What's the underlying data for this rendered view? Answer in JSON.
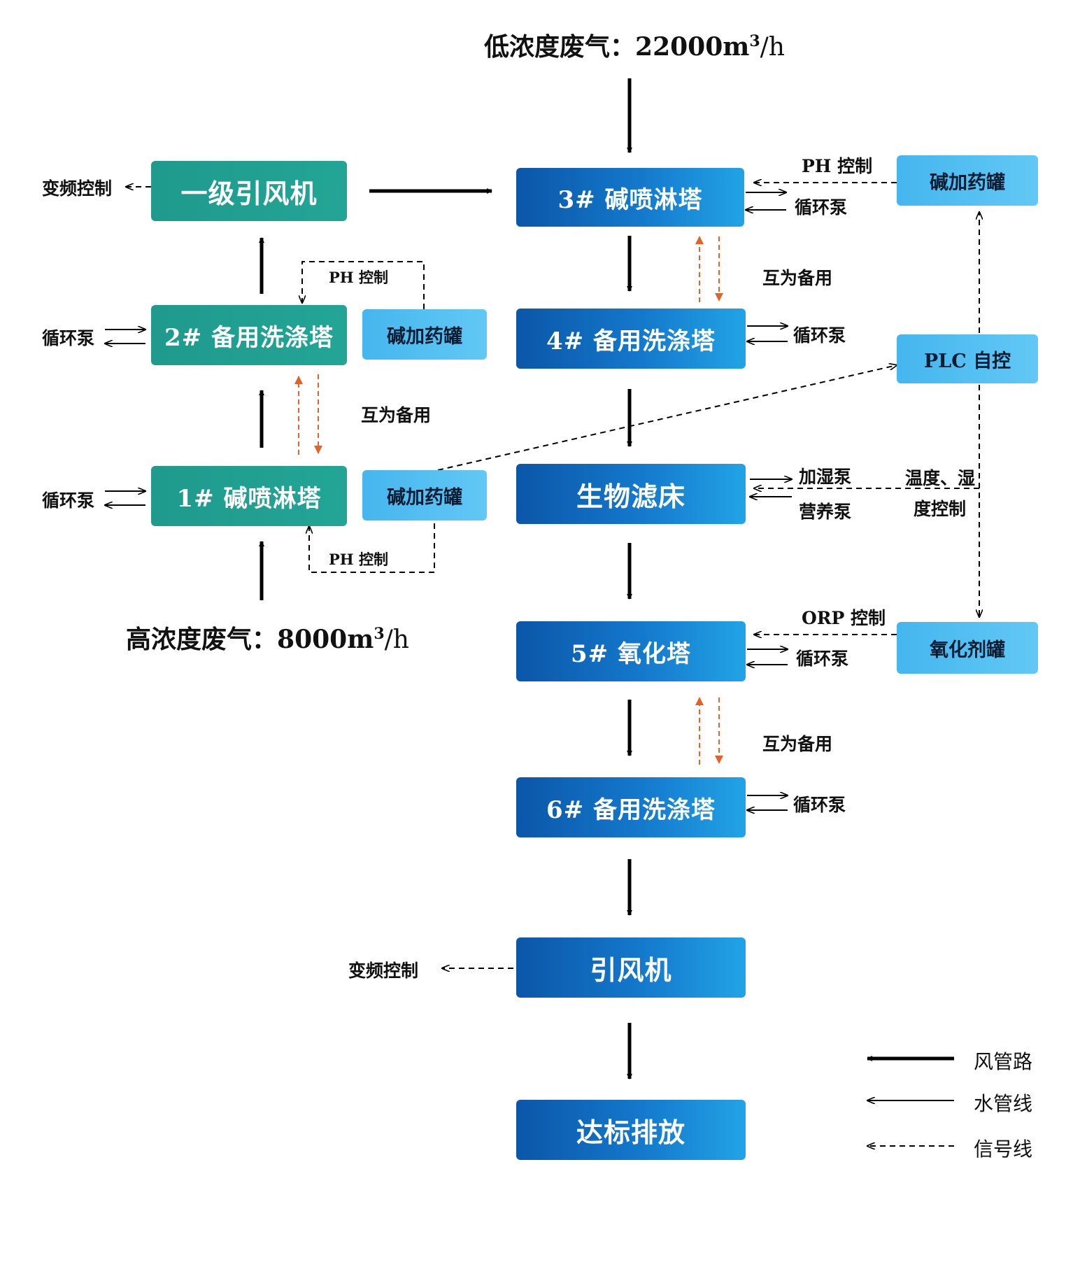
{
  "inputs": {
    "low": {
      "label": "低浓度废气：",
      "value": "22000m",
      "sup": "3",
      "unit": "/h"
    },
    "high": {
      "label": "高浓度废气：",
      "value": "8000m",
      "sup": "3",
      "unit": "/h"
    }
  },
  "boxes": {
    "fan1": "一级引风机",
    "tower2": "2# 备用洗涤塔",
    "tower1": "1# 碱喷淋塔",
    "tank_t2": "碱加药罐",
    "tank_t1": "碱加药罐",
    "tower3": "3# 碱喷淋塔",
    "tower4": "4# 备用洗涤塔",
    "biofilter": "生物滤床",
    "tower5": "5# 氧化塔",
    "tower6": "6# 备用洗涤塔",
    "fan_main": "引风机",
    "discharge": "达标排放",
    "tank_t3": "碱加药罐",
    "plc": "PLC 自控",
    "oxidant_tank": "氧化剂罐"
  },
  "labels": {
    "vfd_left": "变频控制",
    "vfd_bottom": "变频控制",
    "pump_t2": "循环泵",
    "pump_t1": "循环泵",
    "pump_t3": "循环泵",
    "pump_t4": "循环泵",
    "pump_t5": "循环泵",
    "pump_t6": "循环泵",
    "ph_t2": "PH 控制",
    "ph_t1": "PH 控制",
    "ph_t3": "PH 控制",
    "backup_left": "互为备用",
    "backup_t34": "互为备用",
    "backup_t56": "互为备用",
    "humid_pump": "加湿泵",
    "nutrient_pump": "营养泵",
    "temp_ctrl_1": "温度、湿",
    "temp_ctrl_2": "度控制",
    "orp": "ORP 控制"
  },
  "legend": {
    "air": "风管路",
    "water": "水管线",
    "signal": "信号线"
  },
  "colors": {
    "teal": "#1f9a8d",
    "blue_dark": "#0b56a8",
    "blue_light": "#22a3e6",
    "tank": "#55bff2",
    "backup_arrow": "#e0642a"
  }
}
